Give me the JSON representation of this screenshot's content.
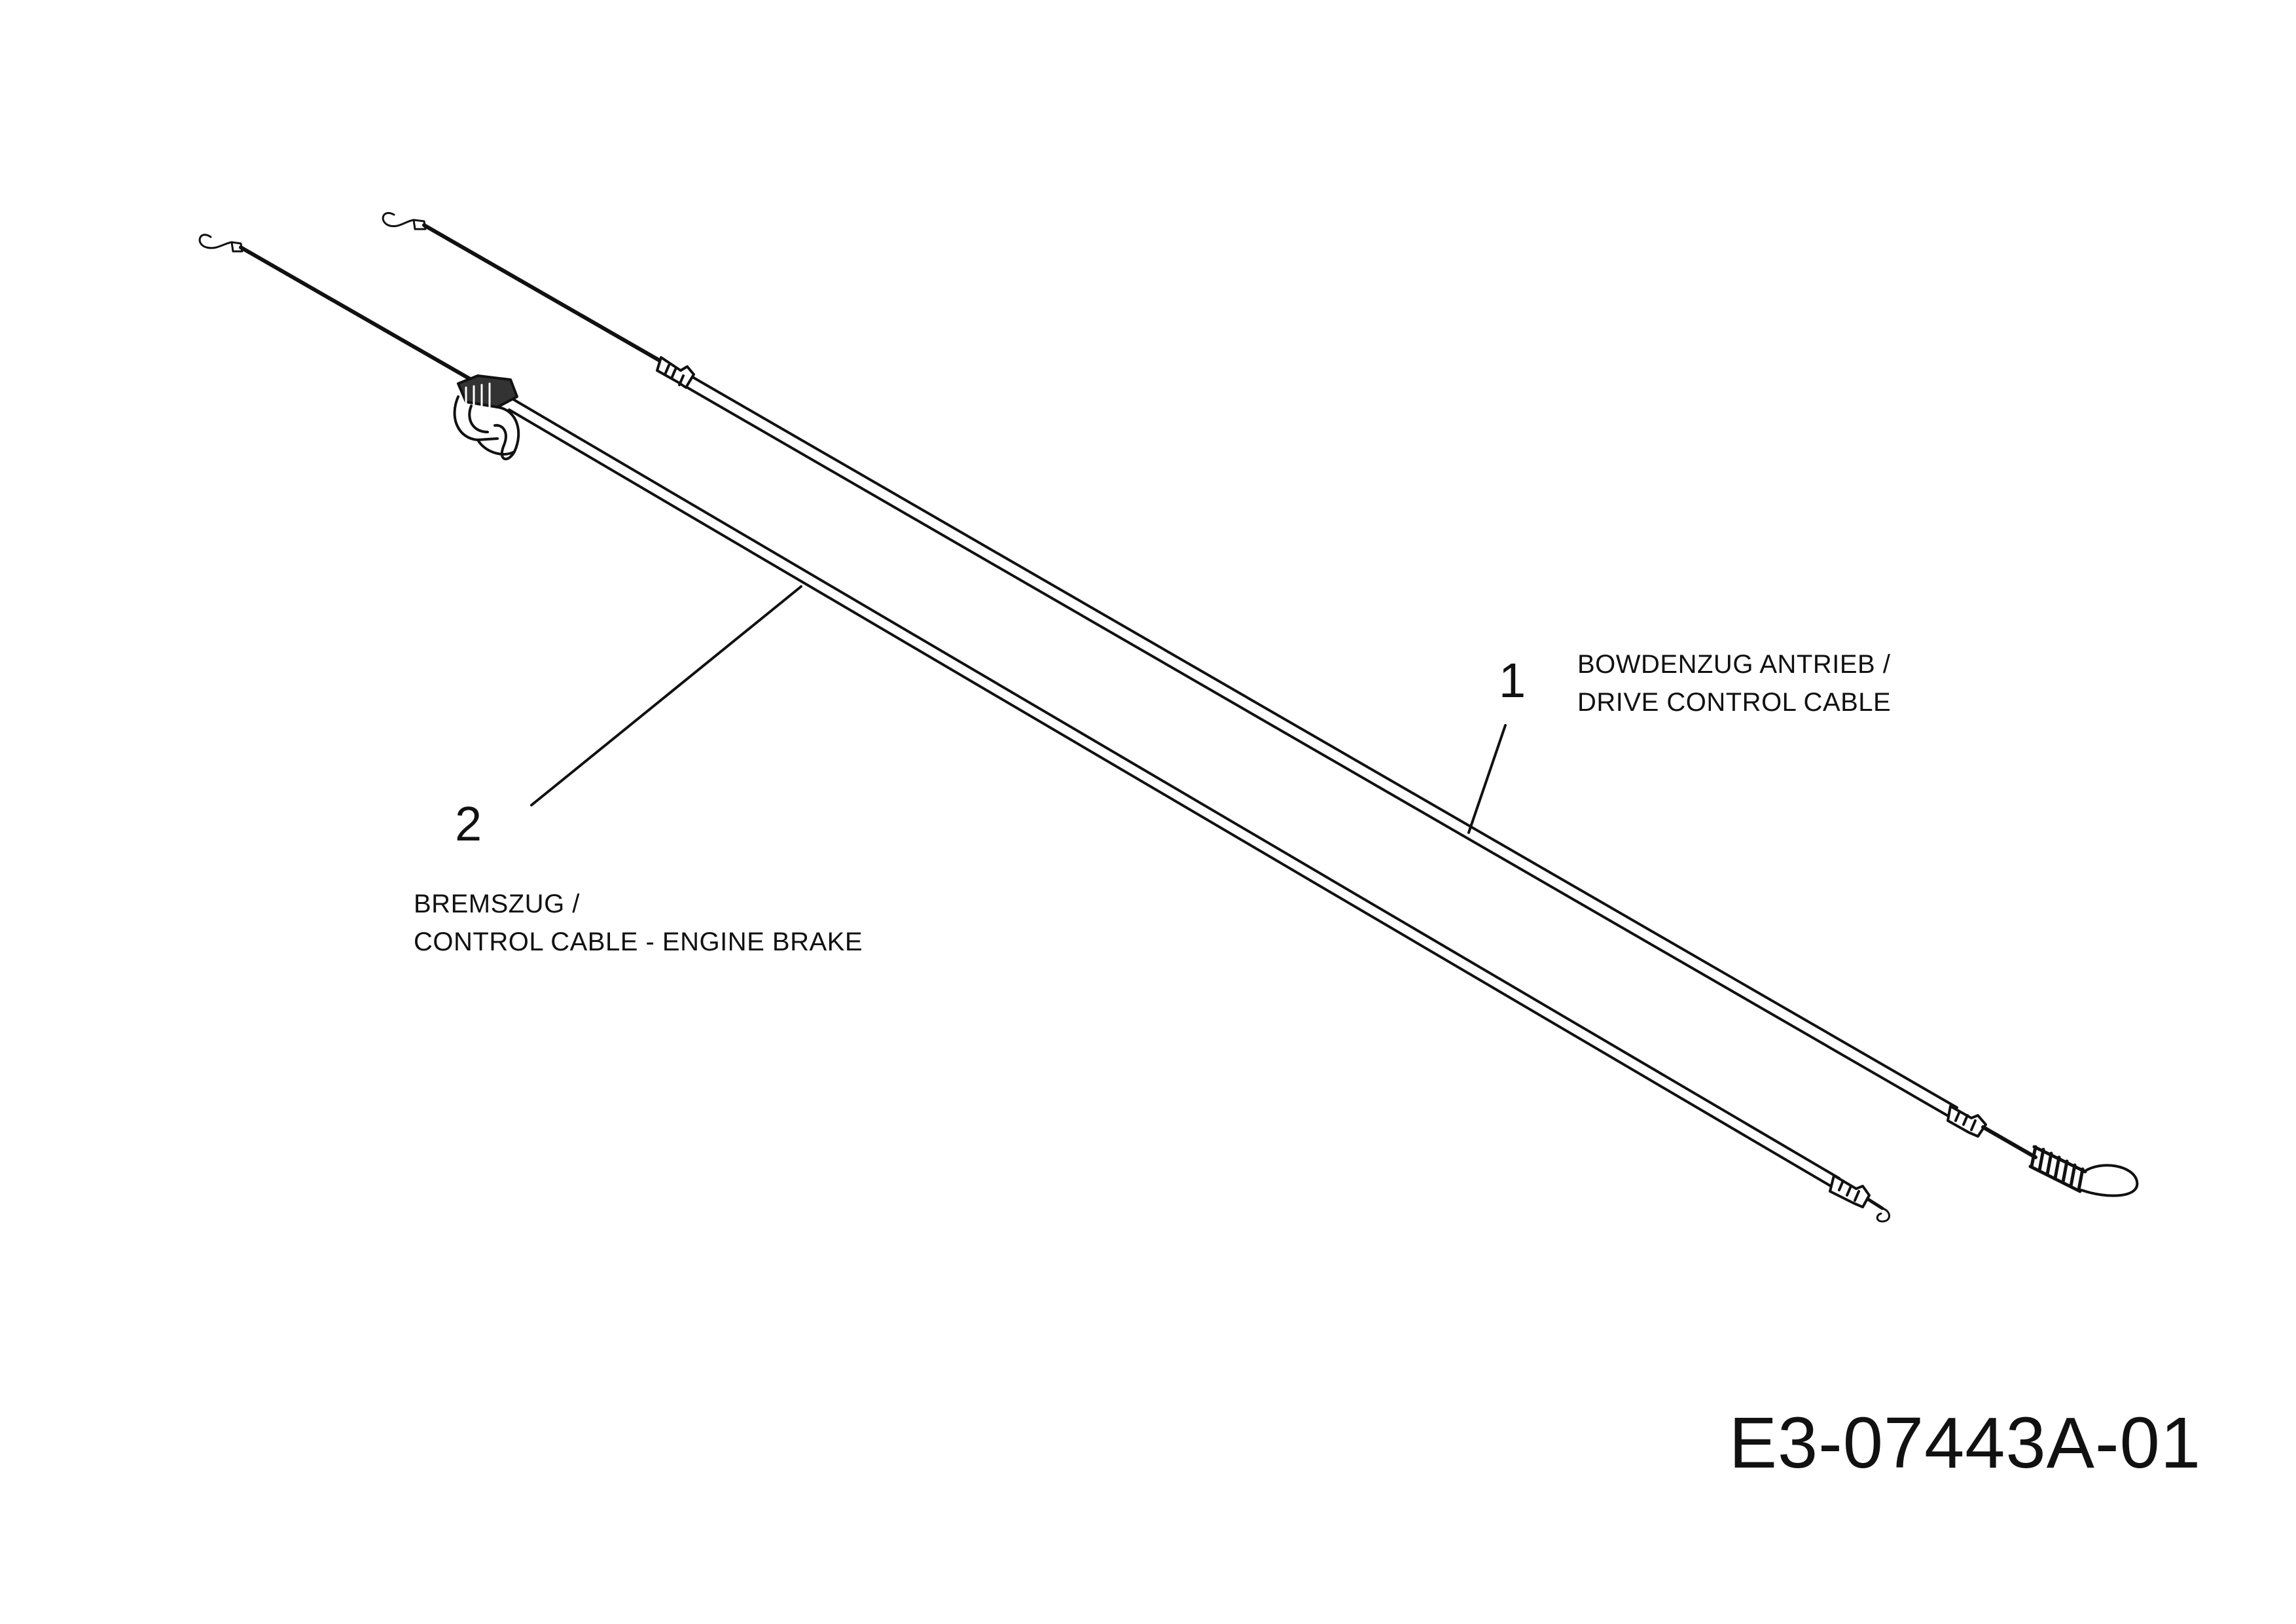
{
  "parts": [
    {
      "number": "1",
      "label_de": "BOWDENZUG ANTRIEB /",
      "label_en": "DRIVE CONTROL CABLE"
    },
    {
      "number": "2",
      "label_de": "BREMSZUG /",
      "label_en": "CONTROL CABLE - ENGINE BRAKE"
    }
  ],
  "drawing_id": "E3-07443A-01"
}
